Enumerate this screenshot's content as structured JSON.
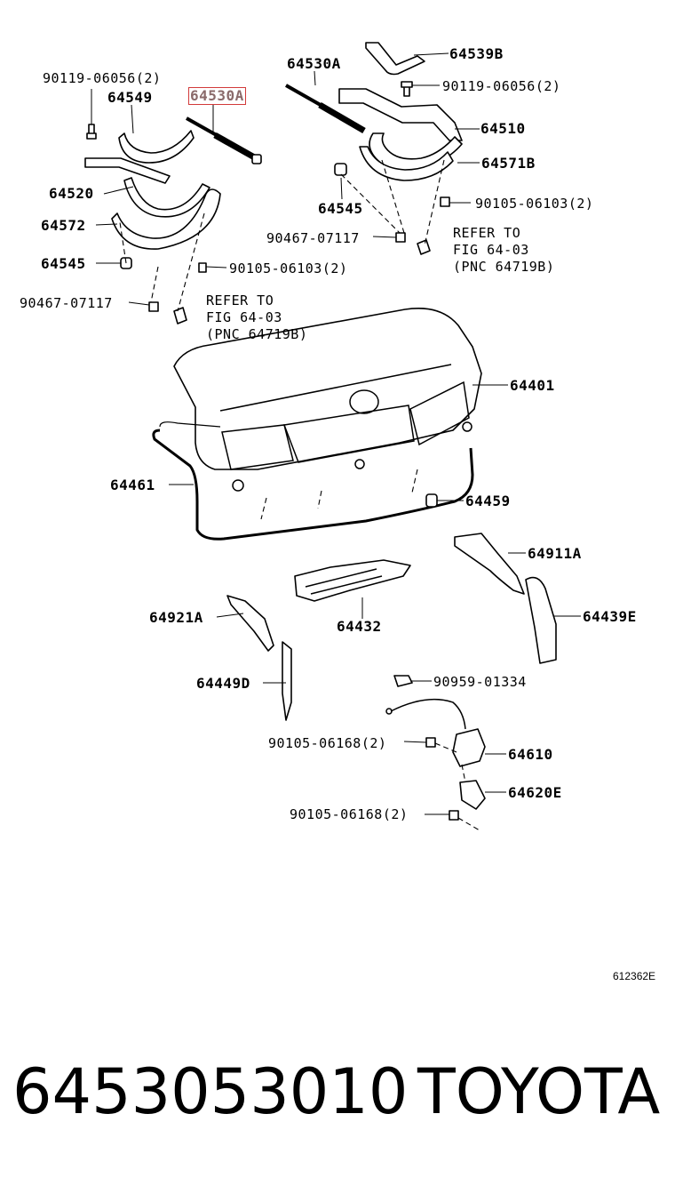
{
  "labels": {
    "bolt_90119_left": "90119-06056(2)",
    "hinge_64549": "64549",
    "strut_64530a_highlight": "64530A",
    "strut_64530a_right": "64530A",
    "hinge_64539b": "64539B",
    "bolt_90119_right": "90119-06056(2)",
    "hinge_64510": "64510",
    "hinge_64571b": "64571B",
    "hinge_64520": "64520",
    "cushion_64545_right": "64545",
    "bolt_90105_06103_right": "90105-06103(2)",
    "hinge_64572": "64572",
    "clip_90467_right": "90467-07117",
    "cushion_64545_left": "64545",
    "bolt_90105_06103_left": "90105-06103(2)",
    "clip_90467_left": "90467-07117",
    "lid_64401": "64401",
    "seal_64461": "64461",
    "cushion_64459": "64459",
    "panel_64911a": "64911A",
    "panel_64921a": "64921A",
    "handle_64432": "64432",
    "panel_64439e": "64439E",
    "panel_64449d": "64449D",
    "clip_90959": "90959-01334",
    "bolt_90105_06168_upper": "90105-06168(2)",
    "lock_64610": "64610",
    "striker_64620e": "64620E",
    "bolt_90105_06168_lower": "90105-06168(2)"
  },
  "refer_right": {
    "line1": "REFER TO",
    "line2": "FIG 64-03",
    "line3": "(PNC 64719B)"
  },
  "refer_left": {
    "line1": "REFER TO",
    "line2": "FIG 64-03",
    "line3": "(PNC 64719B)"
  },
  "figure_code": "612362E",
  "footer": {
    "part_number": "6453053010",
    "brand": "TOYOTA"
  },
  "colors": {
    "highlight_box": "#d23a3a",
    "line": "#000000"
  }
}
